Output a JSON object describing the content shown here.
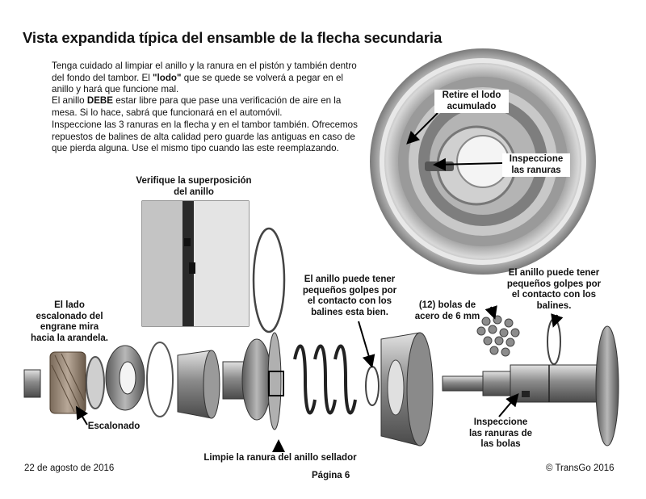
{
  "title": "Vista expandida típica del ensamble de la flecha secundaria",
  "paragraphs": {
    "p1_a": "Tenga cuidado al limpiar el anillo y la ranura en el pistón y también dentro del fondo del tambor. El ",
    "p1_b": "\"lodo\"",
    "p1_c": " que se quede se volverá a pegar en el anillo y hará que funcione mal.",
    "p2_a": "El anillo ",
    "p2_b": "DEBE",
    "p2_c": " estar libre para que pase una verificación de aire en la mesa. Si lo hace, sabrá que funcionará en el automóvil.",
    "p3": "Inspeccione las 3 ranuras en la flecha y en el tambor también. Ofrecemos repuestos de balines de alta calidad pero guarde las antiguas en caso de que pierda alguna. Use el mismo tipo cuando las este reemplazando."
  },
  "labels": {
    "verify_overlap": "Verifique la superposición del anillo",
    "remove_sludge": "Retire el lodo acumulado",
    "inspect_grooves": "Inspeccione las ranuras",
    "stepped_side": "El lado escalonado del engrane mira hacia la arandela.",
    "stepped": "Escalonado",
    "ring_dents_1": "El anillo puede tener pequeños golpes por el contacto con los balines esta bien.",
    "balls": "(12) bolas de acero de 6 mm",
    "ring_dents_2": "El anillo puede tener pequeños golpes por el contacto con los balines.",
    "inspect_ball_grooves": "Inspeccione las ranuras de las bolas",
    "clean_seal_groove": "Limpie la ranura del anillo sellador"
  },
  "footer": {
    "date": "22 de agosto de 2016",
    "page": "Página 6",
    "copyright": "© TransGo 2016"
  }
}
